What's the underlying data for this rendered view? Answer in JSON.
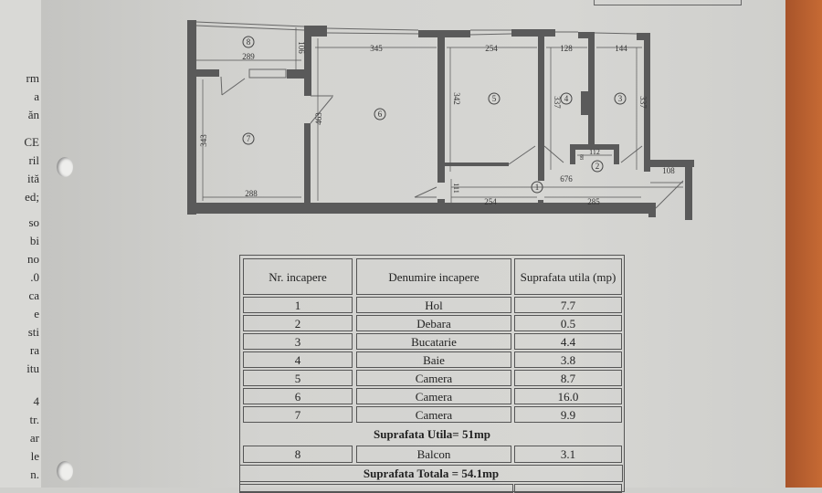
{
  "left_page_fragments": [
    "rm",
    "a",
    "ăn",
    "CE",
    "ril",
    "ită",
    "ed;",
    "so",
    "bi",
    "no",
    ".0",
    "ca",
    "e",
    "sti",
    "ra",
    "itu",
    "4",
    "tr.",
    "ar",
    "le",
    "n."
  ],
  "floor_plan": {
    "room_labels": [
      "1",
      "2",
      "3",
      "4",
      "5",
      "6",
      "7",
      "8"
    ],
    "dimensions": {
      "balcony_width": "289",
      "balcony_depth": "106",
      "room6_width": "345",
      "room6_depth": "463",
      "room5_width": "254",
      "room5_depth": "342",
      "room4_width": "128",
      "room4_depth": "337",
      "room3_width": "144",
      "room3_depth": "337",
      "room7_depth": "343",
      "room7_width": "288",
      "storage_width": "112",
      "storage_depth": "88",
      "hall_length": "676",
      "hall_depth": "111",
      "hall_seg1": "254",
      "hall_seg2": "285",
      "hall_end": "108"
    }
  },
  "table": {
    "headers": [
      "Nr. incapere",
      "Denumire incapere",
      "Suprafata utila (mp)"
    ],
    "rows": [
      [
        "1",
        "Hol",
        "7.7"
      ],
      [
        "2",
        "Debara",
        "0.5"
      ],
      [
        "3",
        "Bucatarie",
        "4.4"
      ],
      [
        "4",
        "Baie",
        "3.8"
      ],
      [
        "5",
        "Camera",
        "8.7"
      ],
      [
        "6",
        "Camera",
        "16.0"
      ],
      [
        "7",
        "Camera",
        "9.9"
      ]
    ],
    "subtotal": "Suprafata Utila= 51mp",
    "balcony_row": [
      "8",
      "Balcon",
      "3.1"
    ],
    "total": "Suprafata Totala = 54.1mp"
  },
  "colors": {
    "wall": "#5a5a5a",
    "paper": "#d4d4d1",
    "edge": "#c0622f"
  }
}
